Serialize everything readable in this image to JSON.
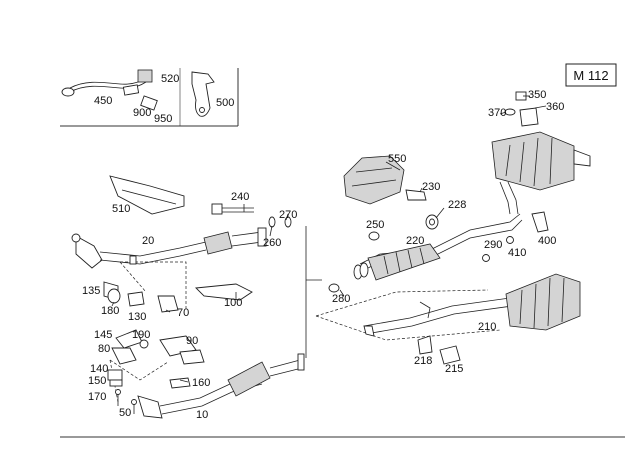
{
  "model_badge": "M 112",
  "part_numbers": [
    "450",
    "520",
    "900",
    "950",
    "500",
    "350",
    "360",
    "370",
    "550",
    "230",
    "228",
    "250",
    "220",
    "290",
    "400",
    "410",
    "240",
    "270",
    "260",
    "510",
    "20",
    "280",
    "135",
    "180",
    "130",
    "70",
    "100",
    "145",
    "190",
    "80",
    "90",
    "140",
    "150",
    "160",
    "170",
    "50",
    "10",
    "210",
    "218",
    "215"
  ]
}
